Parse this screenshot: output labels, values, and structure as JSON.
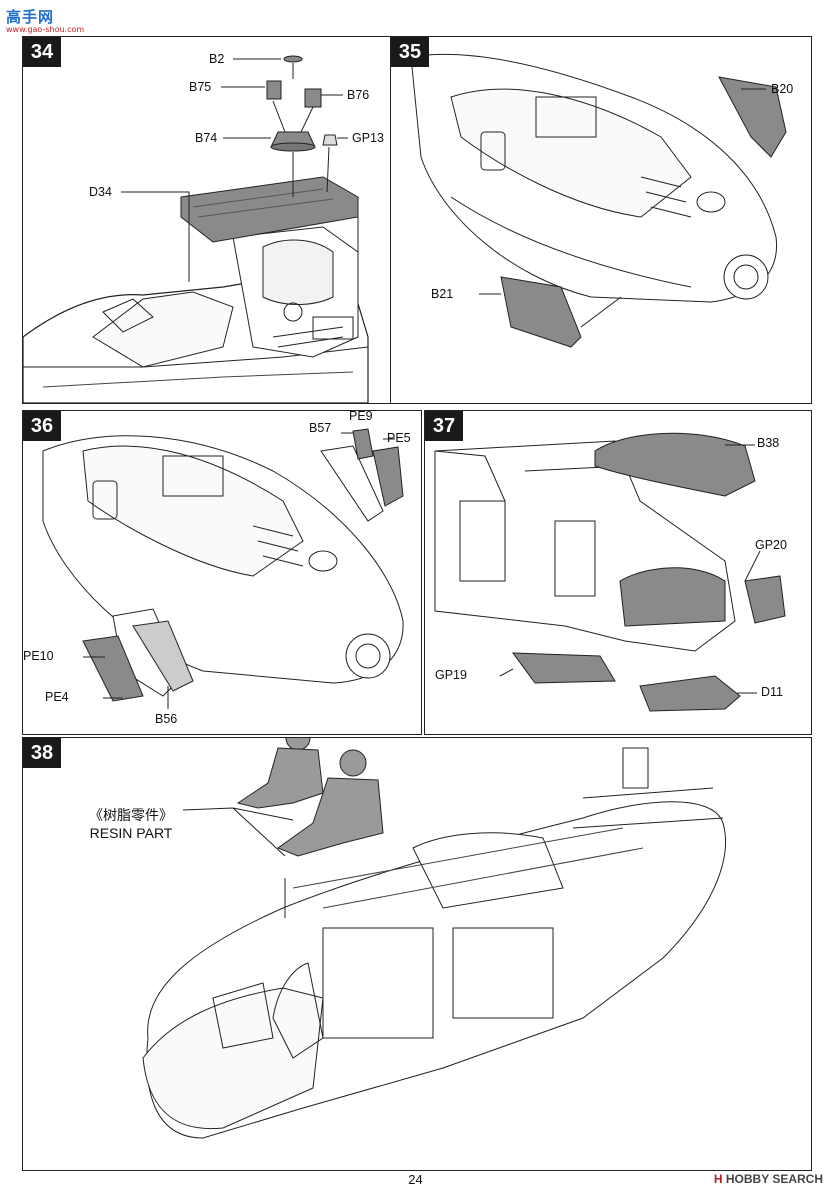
{
  "header_logo": {
    "text_main": "高手网",
    "url": "www.gao-shou.com",
    "color": "#1d6fd1",
    "accent": "#d21d1d"
  },
  "steps": {
    "s34": {
      "number": "34",
      "labels": {
        "b2": "B2",
        "b75": "B75",
        "b76": "B76",
        "b74": "B74",
        "gp13": "GP13",
        "d34": "D34"
      }
    },
    "s35": {
      "number": "35",
      "labels": {
        "b20": "B20",
        "b21": "B21"
      }
    },
    "s36": {
      "number": "36",
      "labels": {
        "b57": "B57",
        "pe9": "PE9",
        "pe5": "PE5",
        "pe10": "PE10",
        "pe4": "PE4",
        "b56": "B56"
      }
    },
    "s37": {
      "number": "37",
      "labels": {
        "b38": "B38",
        "gp20": "GP20",
        "gp19": "GP19",
        "d11": "D11"
      }
    },
    "s38": {
      "number": "38",
      "resin_cn": "《树脂零件》",
      "resin_en": "RESIN PART"
    }
  },
  "footer": {
    "page_number": "24",
    "brand_prefix": "H",
    "brand": "HOBBY SEARCH"
  },
  "colors": {
    "part_gray": "#8a8a8a",
    "line": "#222222",
    "step_bg": "#1a1a1a"
  }
}
